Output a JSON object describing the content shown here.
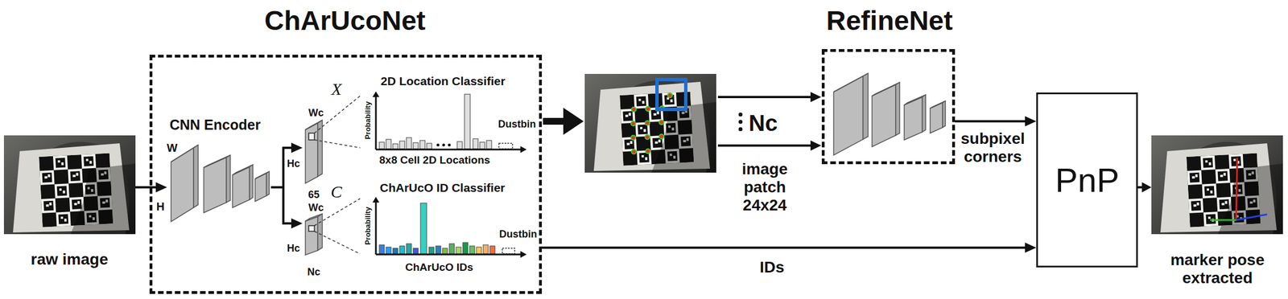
{
  "diagram": {
    "nodes": [
      {
        "text": [
          "raw image"
        ]
      },
      {
        "text": [
          "ChArUcoNet"
        ]
      },
      {
        "text": [
          "CNN Encoder"
        ],
        "in": 1
      },
      {
        "text": [
          "2D Location Classifier",
          "8x8 Cell 2D Locations"
        ],
        "in": 1
      },
      {
        "text": [
          "ChArUcO ID Classifier",
          "ChArUcO IDs"
        ],
        "in": 1
      },
      {
        "text": [
          "RefineNet"
        ]
      },
      {
        "text": [
          "PnP"
        ]
      },
      {
        "text": [
          "marker pose extracted"
        ]
      }
    ],
    "edges": [
      {
        "from": 0,
        "to": 2,
        "arrow": "to"
      },
      {
        "from": 2,
        "to": 3,
        "arrow": "to"
      },
      {
        "from": 2,
        "to": 4,
        "arrow": "to"
      },
      {
        "from": 5,
        "to": 6,
        "label": "subpixel corners",
        "arrow": "to"
      },
      {
        "from": 1,
        "to": 6,
        "label": "IDs",
        "arrow": "to"
      },
      {
        "from": 6,
        "to": 7,
        "arrow": "to"
      }
    ],
    "labels": [
      "W",
      "H",
      "Wc",
      "Hc",
      "65",
      "X",
      "Probability",
      "Dustbin",
      "Wc",
      "Hc",
      "Nc",
      "C",
      "Probability",
      "Dustbin",
      "Nc",
      "image patch 24x24"
    ]
  }
}
